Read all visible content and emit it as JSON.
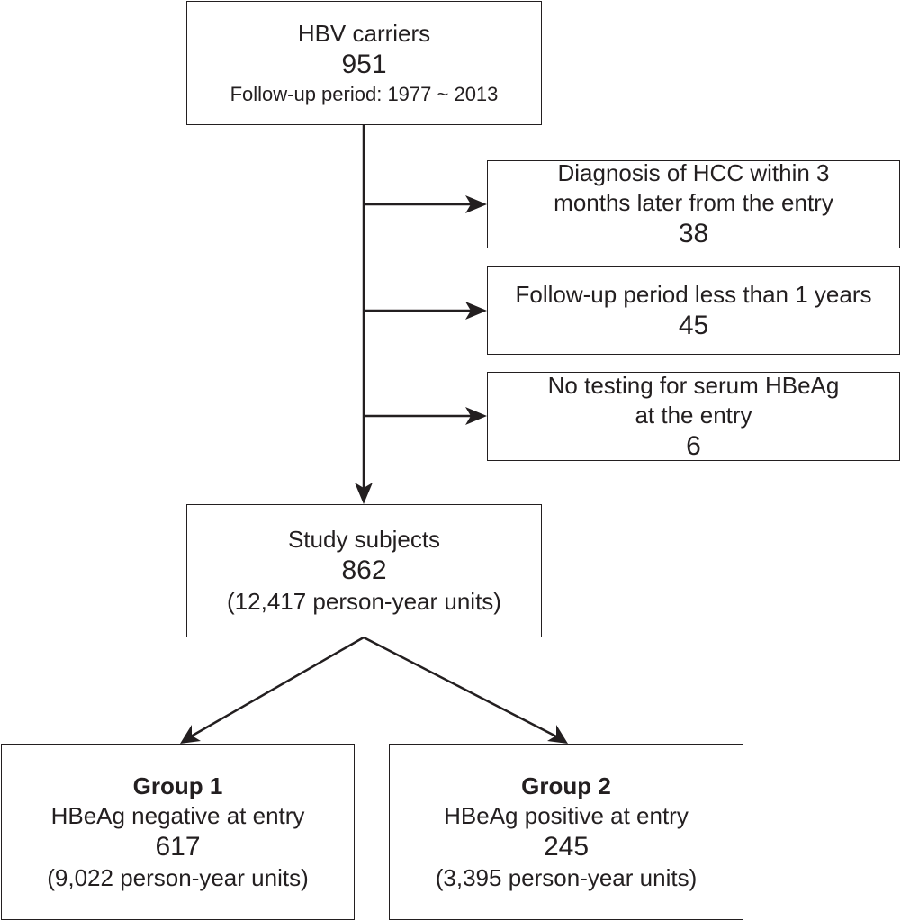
{
  "top": {
    "title": "HBV carriers",
    "count": "951",
    "period": "Follow-up period: 1977 ~ 2013"
  },
  "exclusions": [
    {
      "line1": "Diagnosis of  HCC within 3",
      "line2": "months later from the entry",
      "count": "38"
    },
    {
      "line1": "Follow-up period less than 1 years",
      "count": "45"
    },
    {
      "line1": "No testing for serum HBeAg",
      "line2": "at the entry",
      "count": "6"
    }
  ],
  "study": {
    "title": "Study subjects",
    "count": "862",
    "units": "(12,417 person-year units)"
  },
  "groups": [
    {
      "name": "Group 1",
      "desc": "HBeAg negative at entry",
      "count": "617",
      "units": "(9,022 person-year units)"
    },
    {
      "name": "Group 2",
      "desc": "HBeAg positive at entry",
      "count": "245",
      "units": "(3,395 person-year units)"
    }
  ]
}
